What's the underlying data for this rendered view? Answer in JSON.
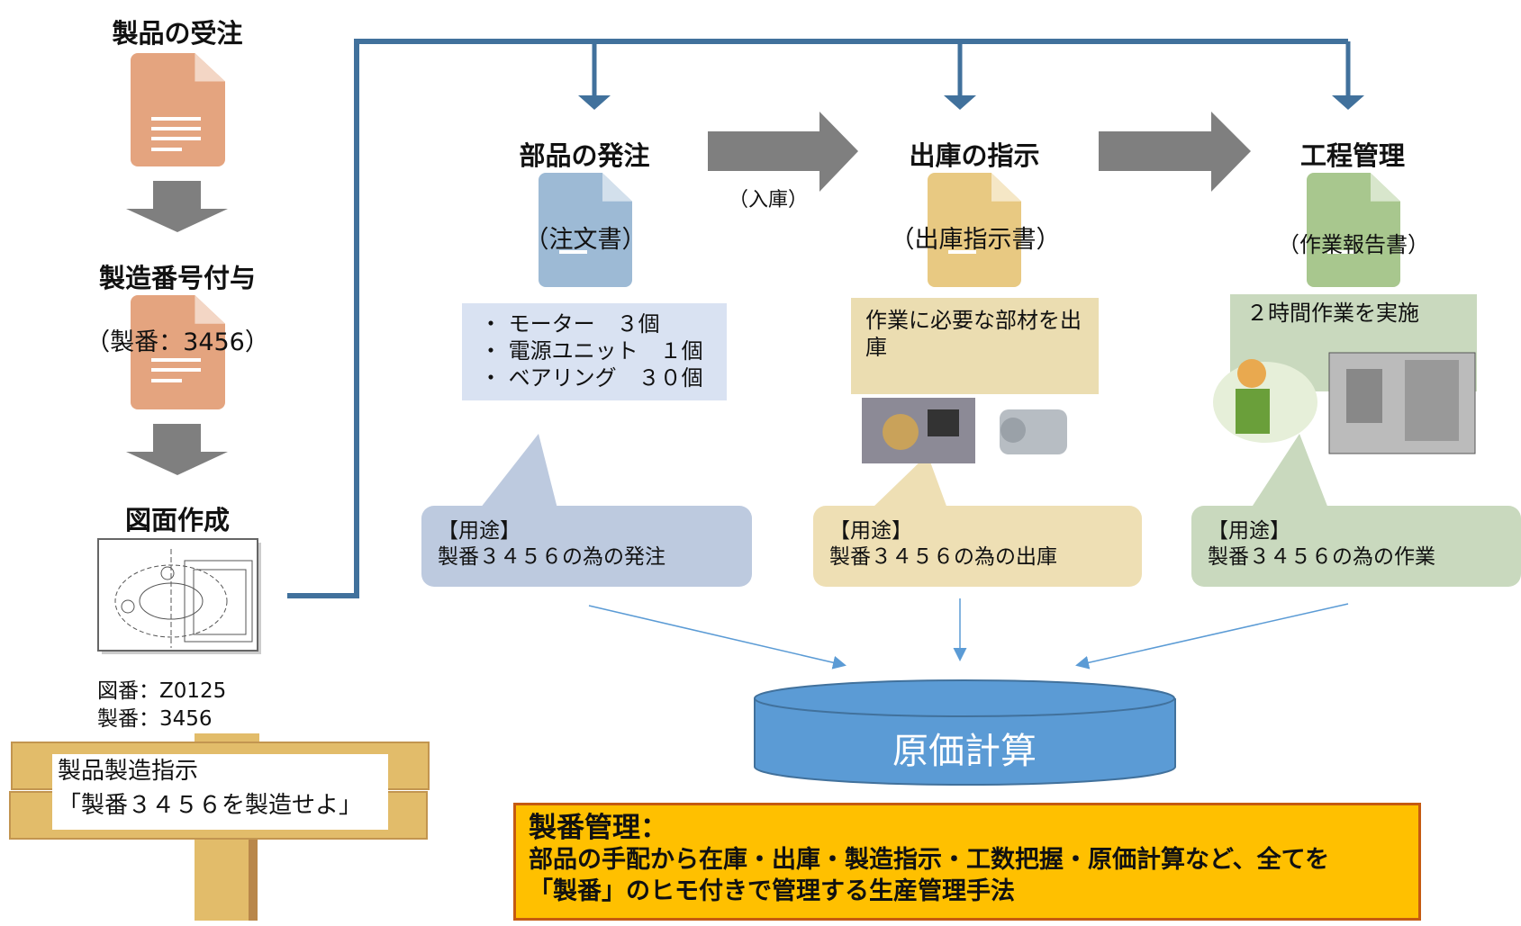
{
  "left": {
    "order_title": "製品の受注",
    "numbering_title": "製造番号付与",
    "numbering_doc_text": "（製番：3456）",
    "drawing_title": "図面作成",
    "drawing_number": "図番：Z0125",
    "seiban_number": "製番：3456",
    "sign_line1": "製品製造指示",
    "sign_line2": "「製番３４５６を製造せよ」"
  },
  "steps": [
    {
      "title": "部品の発注",
      "doc": "（注文書）",
      "color": "#9DBAD5",
      "items": [
        "・ モーター　３個",
        "・ 電源ユニット　１個",
        "・ ベアリング　３０個"
      ],
      "callout_label": "【用途】",
      "callout_text": "製番３４５６の為の発注"
    },
    {
      "title": "出庫の指示",
      "doc": "（出庫指示書）",
      "color": "#E8C982",
      "note": "作業に必要な部材を出庫",
      "callout_label": "【用途】",
      "callout_text": "製番３４５６の為の出庫"
    },
    {
      "title": "工程管理",
      "doc": "（作業報告書）",
      "color": "#A8C78E",
      "note": "２時間作業を実施",
      "callout_label": "【用途】",
      "callout_text": "製番３４５６の為の作業"
    }
  ],
  "arrow_label": "（入庫）",
  "database_label": "原価計算",
  "summary": {
    "title": "製番管理：",
    "line1": "部品の手配から在庫・出庫・製造指示・工数把握・原価計算など、全てを",
    "line2": "「製番」のヒモ付きで管理する生産管理手法"
  },
  "colors": {
    "flow_line": "#41719C",
    "big_arrow": "#7F7F7F",
    "left_doc": "#E4A47F",
    "cylinder": "#5B9BD5",
    "summary_bg": "#FFC000",
    "summary_border": "#C55A11"
  }
}
